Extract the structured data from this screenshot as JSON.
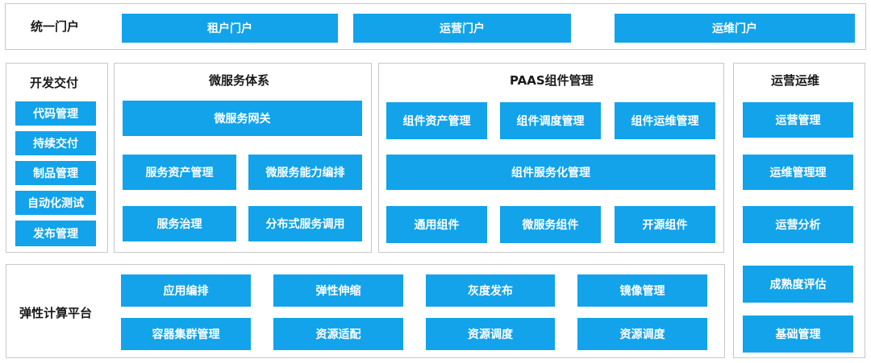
{
  "colors": {
    "accent": "#12a3ea",
    "border": "#c8c8c8",
    "heading": "#1a1a1a"
  },
  "portal": {
    "title": "统一门户",
    "items": [
      "租户门户",
      "运营门户",
      "运维门户"
    ]
  },
  "devops": {
    "title": "开发交付",
    "items": [
      "代码管理",
      "持续交付",
      "制品管理",
      "自动化测试",
      "发布管理"
    ]
  },
  "microservice": {
    "title": "微服务体系",
    "gateway": "微服务网关",
    "items": [
      "服务资产管理",
      "微服务能力编排",
      "服务治理",
      "分布式服务调用"
    ]
  },
  "paas": {
    "title": "PAAS组件管理",
    "top": [
      "组件资产管理",
      "组件调度管理",
      "组件运维管理"
    ],
    "middle": "组件服务化管理",
    "bottom": [
      "通用组件",
      "微服务组件",
      "开源组件"
    ]
  },
  "ops": {
    "title": "运营运维",
    "items": [
      "运营管理",
      "运维管理理",
      "运营分析"
    ]
  },
  "elastic": {
    "title": "弹性计算平台",
    "row1": [
      "应用编排",
      "弹性伸缩",
      "灰度发布",
      "镜像管理"
    ],
    "row2": [
      "容器集群管理",
      "资源适配",
      "资源调度",
      "资源调度"
    ]
  },
  "side": [
    "成熟度评估",
    "基础管理"
  ]
}
